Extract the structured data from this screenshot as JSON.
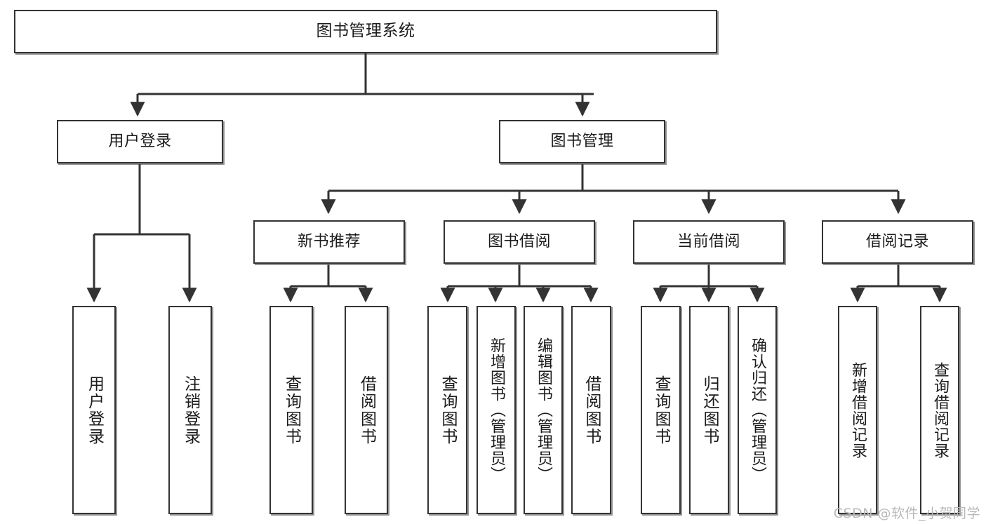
{
  "diagram": {
    "title": "图书管理系统",
    "type": "tree-hierarchy-chart",
    "watermark": "CSDN @软件_小贺同学",
    "colors": {
      "box_border": "#333333",
      "box_fill": "#ffffff",
      "connector": "#333333",
      "watermark": "#b9b9b9"
    },
    "root": {
      "label": "图书管理系统"
    },
    "level1": [
      {
        "id": "user-login",
        "label": "用户登录"
      },
      {
        "id": "book-manage",
        "label": "图书管理"
      }
    ],
    "level2": [
      {
        "id": "new-book-recommend",
        "label": "新书推荐"
      },
      {
        "id": "book-borrow",
        "label": "图书借阅"
      },
      {
        "id": "current-borrow",
        "label": "当前借阅"
      },
      {
        "id": "borrow-record",
        "label": "借阅记录"
      }
    ],
    "leaves": {
      "user_login": [
        {
          "id": "leaf-user-login",
          "label": "用户登录"
        },
        {
          "id": "leaf-logout-login",
          "label": "注销登录"
        }
      ],
      "new_book_recommend": [
        {
          "id": "leaf-query-book-1",
          "label": "查询图书"
        },
        {
          "id": "leaf-borrow-book-1",
          "label": "借阅图书"
        }
      ],
      "book_borrow": [
        {
          "id": "leaf-query-book-2",
          "label": "查询图书"
        },
        {
          "id": "leaf-add-book",
          "label": "新增图书（管理员）"
        },
        {
          "id": "leaf-edit-book",
          "label": "编辑图书（管理员）"
        },
        {
          "id": "leaf-borrow-book-2",
          "label": "借阅图书"
        }
      ],
      "current_borrow": [
        {
          "id": "leaf-query-book-3",
          "label": "查询图书"
        },
        {
          "id": "leaf-return-book",
          "label": "归还图书"
        },
        {
          "id": "leaf-confirm-return",
          "label": "确认归还（管理员）"
        }
      ],
      "borrow_record": [
        {
          "id": "leaf-add-record",
          "label": "新增借阅记录"
        },
        {
          "id": "leaf-query-record",
          "label": "查询借阅记录"
        }
      ]
    }
  }
}
